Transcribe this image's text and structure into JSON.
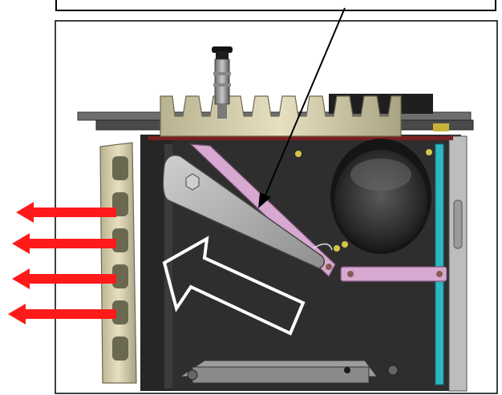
{
  "figure": {
    "kind": "technical-cutaway-illustration",
    "caption_text": "",
    "callout_count": 1,
    "exhaust_arrow_count": 4,
    "colors": {
      "housing_dark": "#2b2b2b",
      "heatsink_fins": "#d9d3b0",
      "flap_plate": "#a9a9a9",
      "linkage_pink": "#d7a9d0",
      "cyan_rail": "#2fb7c1",
      "exhaust_arrow_red": "#ff1a1a",
      "airflow_arrow_outline": "#ffffff",
      "fan_ring": "#1a1a1a"
    },
    "icons": {
      "knob": "adjustment-knob-icon",
      "airflow": "airflow-direction-arrow",
      "exhaust": "hot-air-exhaust-arrow"
    }
  }
}
